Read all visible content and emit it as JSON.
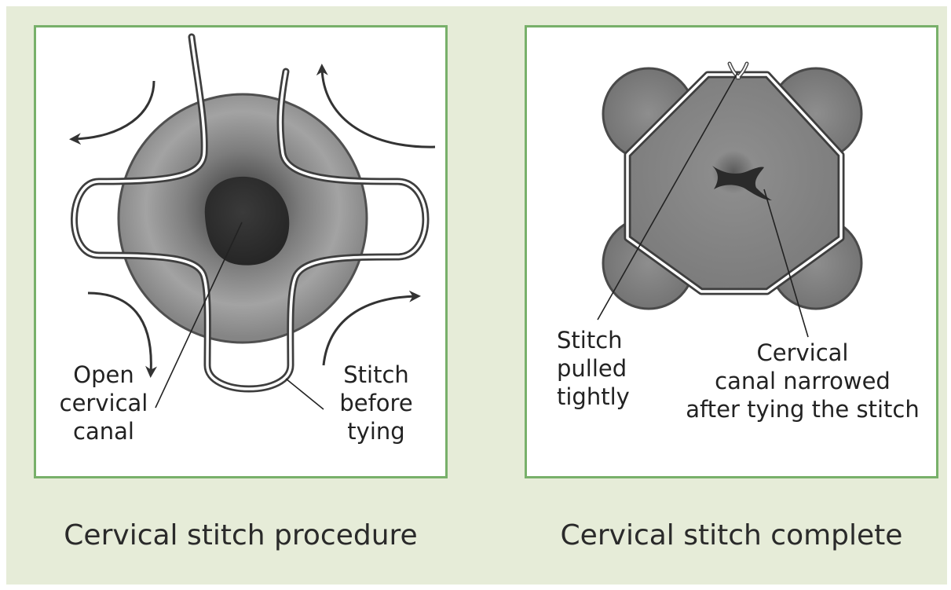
{
  "panels": [
    {
      "caption": "Cervical stitch procedure",
      "labels": {
        "canal": "Open\ncervical\ncanal",
        "stitch": "Stitch\nbefore\ntying"
      }
    },
    {
      "caption": "Cervical stitch complete",
      "labels": {
        "stitch": "Stitch\npulled\ntightly",
        "canal": "Cervical\ncanal narrowed\nafter tying the stitch"
      }
    }
  ],
  "colors": {
    "background": "#e6ecd8",
    "panel_border": "#78b06a",
    "cervix_fill": "#8a8a8a",
    "canal_fill": "#2e2e2e",
    "arrow": "#333333"
  },
  "icons": [
    "curved-arrow-icon",
    "curved-arrow-icon",
    "curved-arrow-icon",
    "curved-arrow-icon"
  ]
}
